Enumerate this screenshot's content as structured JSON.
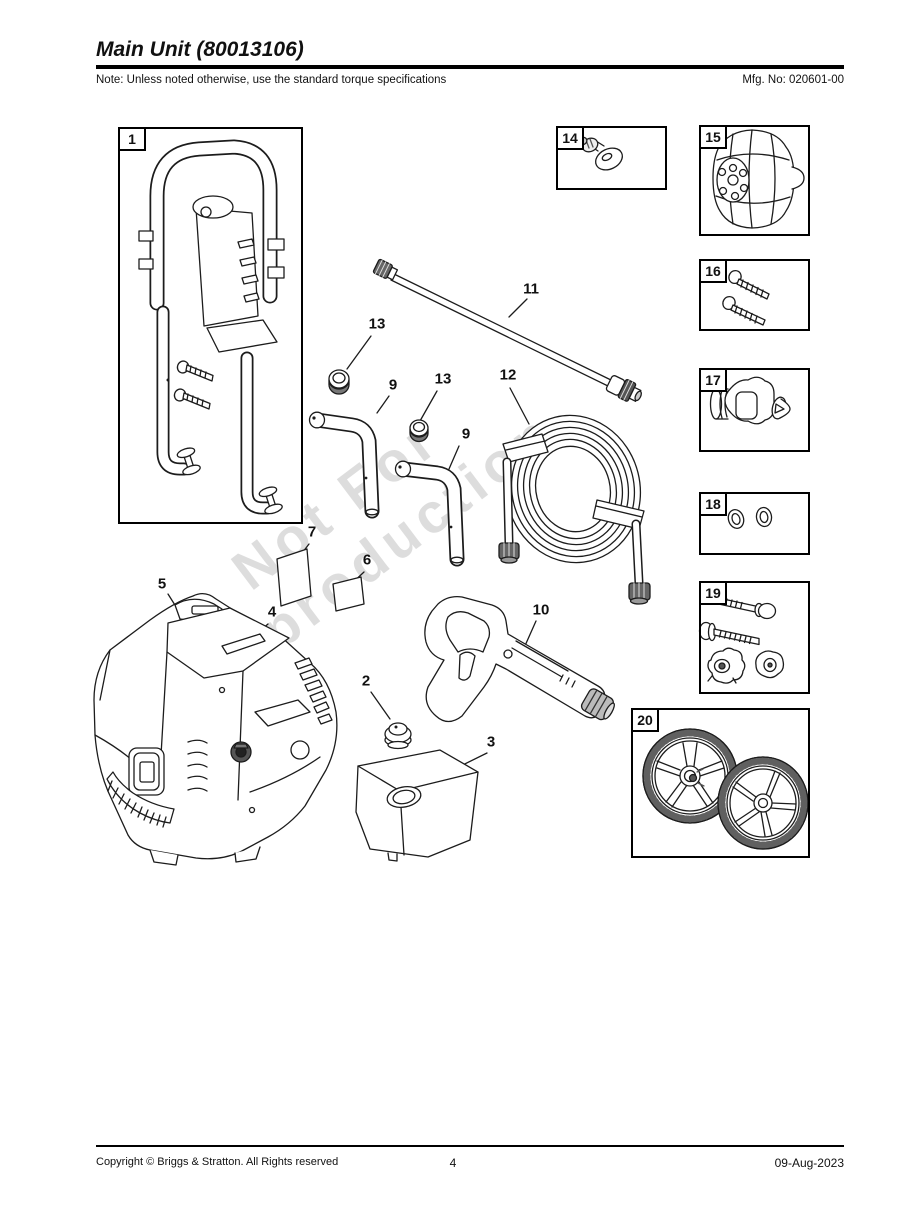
{
  "page": {
    "header": {
      "title": "Main Unit (80013106)",
      "note": "Note: Unless noted otherwise, use the standard torque specifications",
      "mfg_no": "Mfg. No: 020601-00"
    },
    "watermark": {
      "line1": "Not For",
      "line2": "Reproduction"
    },
    "boxes": {
      "b1": "1",
      "b14": "14",
      "b15": "15",
      "b16": "16",
      "b17": "17",
      "b18": "18",
      "b19": "19",
      "b20": "20"
    },
    "callouts": {
      "c2": "2",
      "c3": "3",
      "c4": "4",
      "c5": "5",
      "c6": "6",
      "c7": "7",
      "c9a": "9",
      "c9b": "9",
      "c10": "10",
      "c11": "11",
      "c12": "12",
      "c13a": "13",
      "c13b": "13"
    },
    "footer": {
      "copyright": "Copyright ©  Briggs & Stratton. All Rights reserved",
      "page_number": "4",
      "date": "09-Aug-2023"
    }
  }
}
